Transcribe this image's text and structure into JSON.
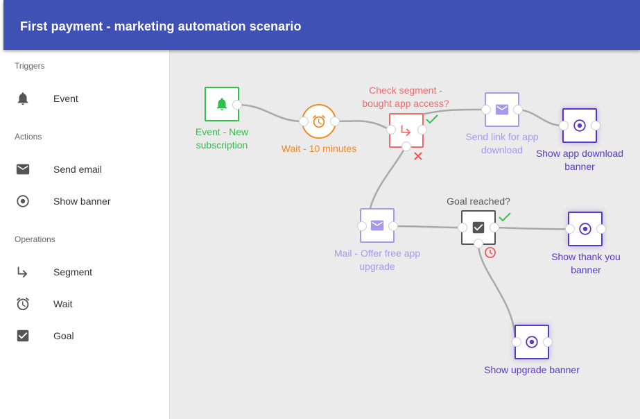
{
  "app": {
    "title": "First payment - marketing automation scenario"
  },
  "sidebar": {
    "sections": [
      {
        "title": "Triggers",
        "items": [
          {
            "label": "Event",
            "icon": "bell-icon"
          }
        ]
      },
      {
        "title": "Actions",
        "items": [
          {
            "label": "Send email",
            "icon": "mail-icon"
          },
          {
            "label": "Show banner",
            "icon": "radio-target-icon"
          }
        ]
      },
      {
        "title": "Operations",
        "items": [
          {
            "label": "Segment",
            "icon": "subdirectory-arrow-icon"
          },
          {
            "label": "Wait",
            "icon": "alarm-clock-icon"
          },
          {
            "label": "Goal",
            "icon": "checkbox-icon"
          }
        ]
      }
    ]
  },
  "flow": {
    "nodes": {
      "event": {
        "label": "Event - New subscription",
        "icon": "bell-icon",
        "color": "#2fbf4a"
      },
      "wait": {
        "label": "Wait - 10 minutes",
        "icon": "alarm-clock-icon",
        "color": "#f08a24"
      },
      "segment": {
        "label": "Check segment - bought app access?",
        "icon": "subdirectory-arrow-icon",
        "color": "#ef6a6a"
      },
      "send_link": {
        "label": "Send link for app download",
        "icon": "mail-icon",
        "color": "#a898ee"
      },
      "app_banner": {
        "label": "Show app download banner",
        "icon": "radio-target-icon",
        "color": "#5b37c8"
      },
      "mail_offer": {
        "label": "Mail - Offer free app upgrade",
        "icon": "mail-icon",
        "color": "#a898ee"
      },
      "goal": {
        "label": "Goal reached?",
        "icon": "checkbox-icon",
        "color": "#555555"
      },
      "thank_banner": {
        "label": "Show thank you banner",
        "icon": "radio-target-icon",
        "color": "#5b37c8"
      },
      "upgrade_banner": {
        "label": "Show upgrade banner",
        "icon": "radio-target-icon",
        "color": "#5b37c8"
      }
    },
    "colors": {
      "success_check": "#34c24a",
      "failure_cross": "#ef5350",
      "timeout_clock": "#ef5350",
      "wire": "#a8a8a8"
    }
  }
}
